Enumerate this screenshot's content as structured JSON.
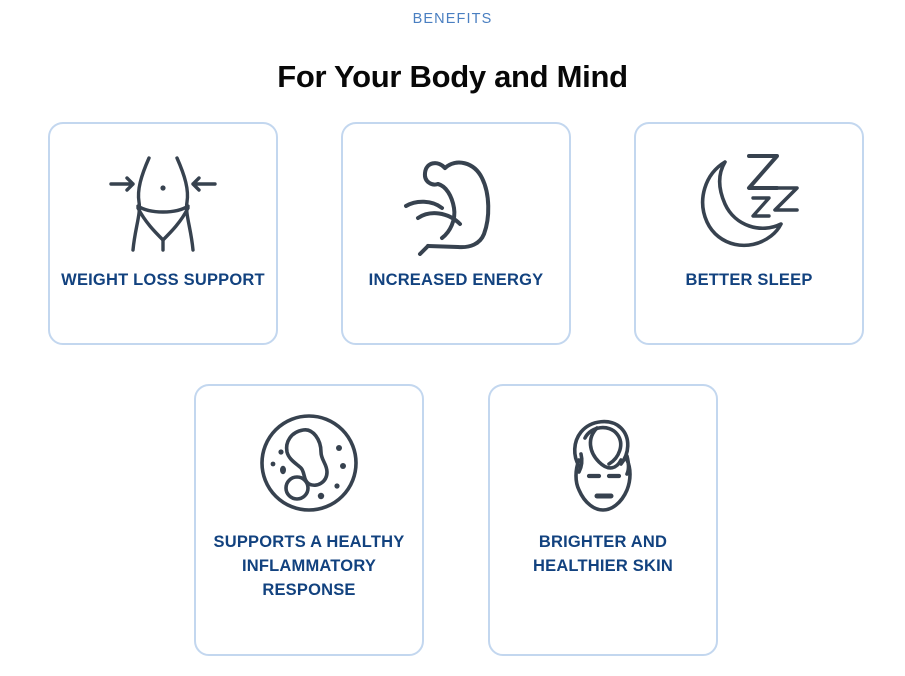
{
  "header": {
    "eyebrow": "BENEFITS",
    "title": "For Your Body and Mind"
  },
  "colors": {
    "eyebrow": "#4a7fc1",
    "title": "#080808",
    "card_label": "#12427f",
    "card_border": "#c3d7ef",
    "icon_stroke": "#37424f",
    "background": "#ffffff"
  },
  "benefits": {
    "row_top": [
      {
        "label": "WEIGHT LOSS SUPPORT",
        "icon": "waist-slimming-icon"
      },
      {
        "label": "INCREASED ENERGY",
        "icon": "flexed-bicep-icon"
      },
      {
        "label": "BETTER SLEEP",
        "icon": "crescent-moon-zzz-icon"
      }
    ],
    "row_bottom": [
      {
        "label": "SUPPORTS A HEALTHY INFLAMMATORY RESPONSE",
        "icon": "cell-icon"
      },
      {
        "label": "BRIGHTER AND HEALTHIER SKIN",
        "icon": "face-hair-towel-icon"
      }
    ]
  }
}
